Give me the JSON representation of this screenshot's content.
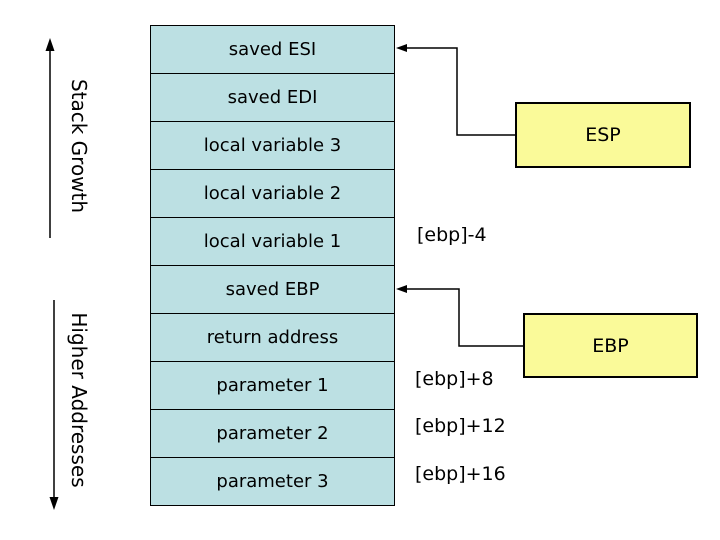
{
  "diagram": {
    "title_hint": "stack frame layout",
    "left_labels": {
      "stack_growth": "Stack Growth",
      "higher_addresses": "Higher Addresses"
    },
    "stack": {
      "rows": [
        "saved ESI",
        "saved EDI",
        "local variable 3",
        "local variable 2",
        "local variable 1",
        "saved EBP",
        "return address",
        "parameter 1",
        "parameter 2",
        "parameter 3"
      ]
    },
    "registers": {
      "esp": "ESP",
      "ebp": "EBP"
    },
    "offsets": {
      "minus4": "[ebp]-4",
      "plus8": "[ebp]+8",
      "plus12": "[ebp]+12",
      "plus16": "[ebp]+16"
    },
    "colors": {
      "background": "#FFFFFF",
      "cell_fill": "#BCE0E3",
      "register_fill": "#FAFA99",
      "line": "#000000",
      "text": "#000000"
    }
  }
}
